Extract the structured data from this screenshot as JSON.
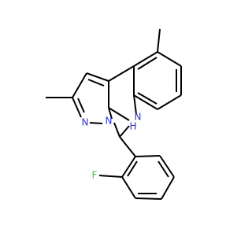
{
  "molecule": {
    "atoms": {
      "N_ring": {
        "symbol": "N",
        "color": "#3333cc"
      },
      "N_fused": {
        "symbol": "N",
        "color": "#3333cc"
      },
      "NH": {
        "symbol": "N",
        "h_symbol": "H",
        "color": "#3333cc"
      },
      "F": {
        "symbol": "F",
        "color": "#33cc33"
      }
    },
    "bond_color": "#000000"
  }
}
